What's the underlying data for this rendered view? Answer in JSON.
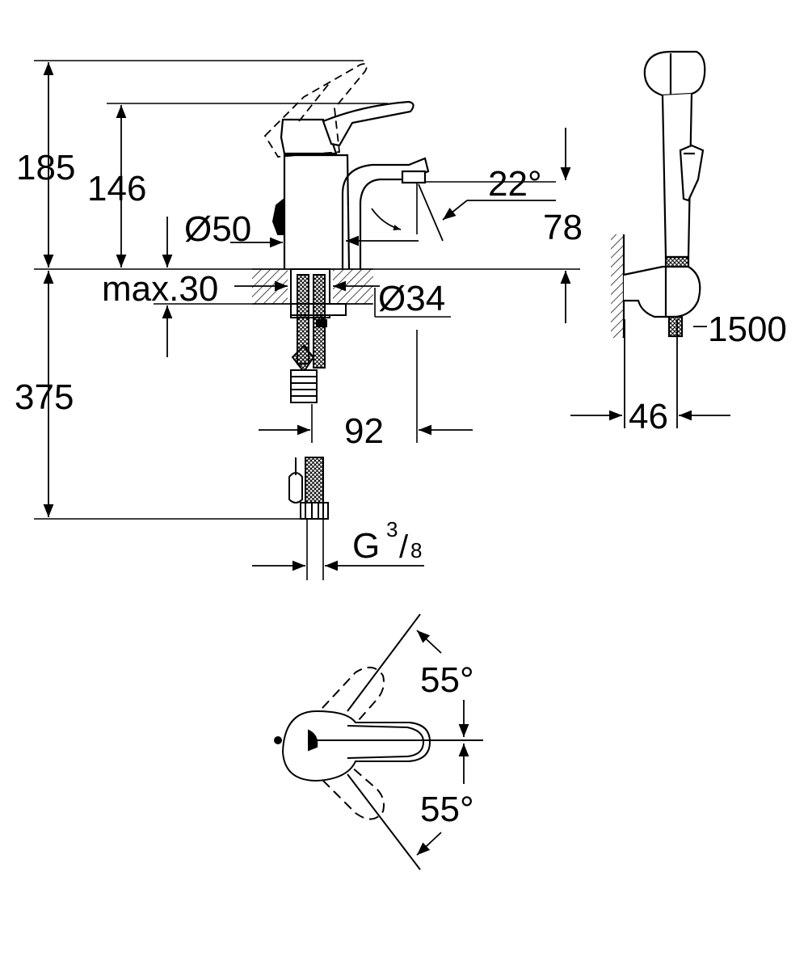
{
  "dimensions": {
    "overall_height": "185",
    "lever_height": "146",
    "body_diameter": "Ø50",
    "deck_thickness": "max.30",
    "hole_diameter": "Ø34",
    "spout_angle": "22°",
    "spout_height": "78",
    "below_deck_length": "375",
    "spout_reach": "92",
    "connection_thread_main": "G",
    "connection_thread_num": "3",
    "connection_thread_den": "8",
    "hose_length": "1500",
    "holder_offset": "46",
    "lever_angle_up": "55°",
    "lever_angle_down": "55°"
  }
}
